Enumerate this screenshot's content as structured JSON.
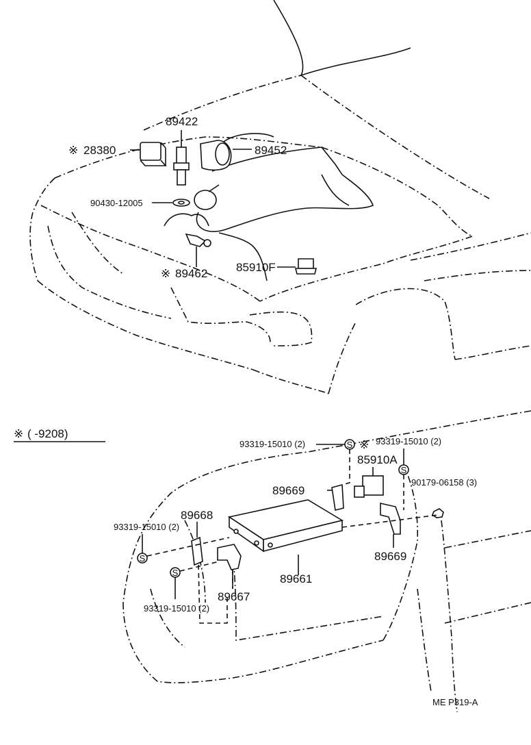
{
  "note": {
    "mark": "※",
    "range": "(      -9208)"
  },
  "figure_code": "ME P319-A",
  "upper_labels": {
    "p89422": "89422",
    "p28380": "28380",
    "p89452": "89452",
    "p90430": "90430-12005",
    "p85910F": "85910F",
    "p89462": "89462"
  },
  "lower_labels": {
    "p93319_top": "93319-15010 (2)",
    "p93319_topright": "93319-15010 (2)",
    "p85910A": "85910A",
    "p90179": "90179-06158 (3)",
    "p89669_a": "89669",
    "p89668": "89668",
    "p93319_left": "93319-15010 (2)",
    "p89669_b": "89669",
    "p89661": "89661",
    "p89667": "89667",
    "p93319_bottom": "93319-15010 (2)"
  },
  "screw_symbol": "S",
  "mark": "※"
}
